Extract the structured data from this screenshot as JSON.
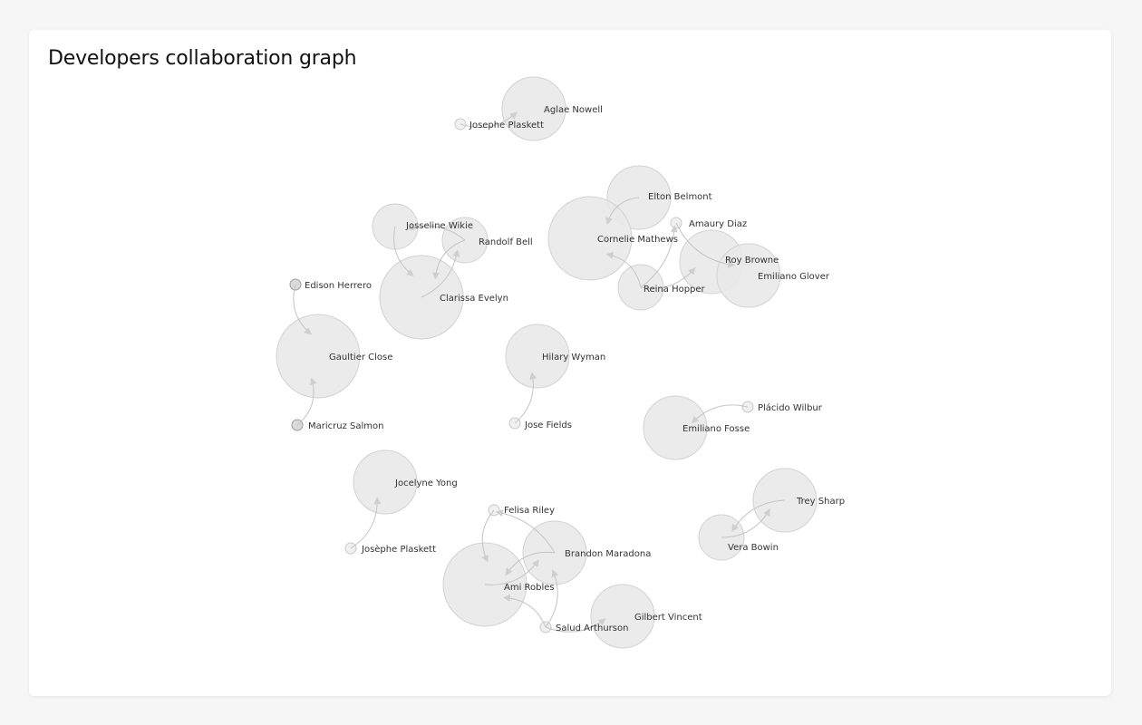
{
  "title": "Developers collaboration graph",
  "nodes": [
    {
      "id": "aglae",
      "label": "Aglae Nowell",
      "size": "large",
      "style": "light"
    },
    {
      "id": "josephe1",
      "label": "Josephe Plaskett",
      "size": "small",
      "style": "light"
    },
    {
      "id": "elton",
      "label": "Elton Belmont",
      "size": "large",
      "style": "light"
    },
    {
      "id": "cornelie",
      "label": "Cornelie Mathews",
      "size": "xlarge",
      "style": "light"
    },
    {
      "id": "amaury",
      "label": "Amaury Diaz",
      "size": "small",
      "style": "light"
    },
    {
      "id": "roy",
      "label": "Roy Browne",
      "size": "large",
      "style": "light"
    },
    {
      "id": "emilianoG",
      "label": "Emiliano Glover",
      "size": "large",
      "style": "light"
    },
    {
      "id": "reina",
      "label": "Reina Hopper",
      "size": "medium",
      "style": "light"
    },
    {
      "id": "josseline",
      "label": "Josseline Wikie",
      "size": "medium",
      "style": "light"
    },
    {
      "id": "randolf",
      "label": "Randolf Bell",
      "size": "medium",
      "style": "light"
    },
    {
      "id": "clarissa",
      "label": "Clarissa Evelyn",
      "size": "xlarge",
      "style": "light"
    },
    {
      "id": "edison",
      "label": "Edison Herrero",
      "size": "small",
      "style": "dark"
    },
    {
      "id": "gaultier",
      "label": "Gaultier Close",
      "size": "xlarge",
      "style": "light"
    },
    {
      "id": "maricruz",
      "label": "Maricruz Salmon",
      "size": "small",
      "style": "dark"
    },
    {
      "id": "hilary",
      "label": "Hilary Wyman",
      "size": "large",
      "style": "light"
    },
    {
      "id": "jose",
      "label": "Jose Fields",
      "size": "small",
      "style": "light"
    },
    {
      "id": "emilianoF",
      "label": "Emiliano Fosse",
      "size": "large",
      "style": "light"
    },
    {
      "id": "placido",
      "label": "Plácido Wilbur",
      "size": "small",
      "style": "light"
    },
    {
      "id": "jocelyne",
      "label": "Jocelyne Yong",
      "size": "large",
      "style": "light"
    },
    {
      "id": "josephe2",
      "label": "Josèphe Plaskett",
      "size": "small",
      "style": "light"
    },
    {
      "id": "trey",
      "label": "Trey Sharp",
      "size": "large",
      "style": "light"
    },
    {
      "id": "vera",
      "label": "Vera Bowin",
      "size": "medium",
      "style": "light"
    },
    {
      "id": "felisa",
      "label": "Felisa Riley",
      "size": "small",
      "style": "light"
    },
    {
      "id": "brandon",
      "label": "Brandon Maradona",
      "size": "large",
      "style": "light"
    },
    {
      "id": "ami",
      "label": "Ami Robles",
      "size": "xlarge",
      "style": "light"
    },
    {
      "id": "salud",
      "label": "Salud Arthurson",
      "size": "small",
      "style": "light"
    },
    {
      "id": "gilbert",
      "label": "Gilbert Vincent",
      "size": "large",
      "style": "light"
    }
  ],
  "edges": [
    {
      "from": "josephe1",
      "to": "aglae"
    },
    {
      "from": "elton",
      "to": "cornelie"
    },
    {
      "from": "reina",
      "to": "cornelie"
    },
    {
      "from": "reina",
      "to": "roy"
    },
    {
      "from": "amaury",
      "to": "emilianoG"
    },
    {
      "from": "reina",
      "to": "amaury"
    },
    {
      "from": "randolf",
      "to": "josseline"
    },
    {
      "from": "clarissa",
      "to": "randolf"
    },
    {
      "from": "randolf",
      "to": "clarissa"
    },
    {
      "from": "josseline",
      "to": "clarissa"
    },
    {
      "from": "edison",
      "to": "gaultier"
    },
    {
      "from": "maricruz",
      "to": "gaultier"
    },
    {
      "from": "jose",
      "to": "hilary"
    },
    {
      "from": "placido",
      "to": "emilianoF"
    },
    {
      "from": "josephe2",
      "to": "jocelyne"
    },
    {
      "from": "vera",
      "to": "trey"
    },
    {
      "from": "trey",
      "to": "vera"
    },
    {
      "from": "felisa",
      "to": "ami"
    },
    {
      "from": "brandon",
      "to": "felisa"
    },
    {
      "from": "brandon",
      "to": "ami"
    },
    {
      "from": "ami",
      "to": "brandon"
    },
    {
      "from": "salud",
      "to": "ami"
    },
    {
      "from": "salud",
      "to": "brandon"
    },
    {
      "from": "salud",
      "to": "gilbert"
    }
  ]
}
